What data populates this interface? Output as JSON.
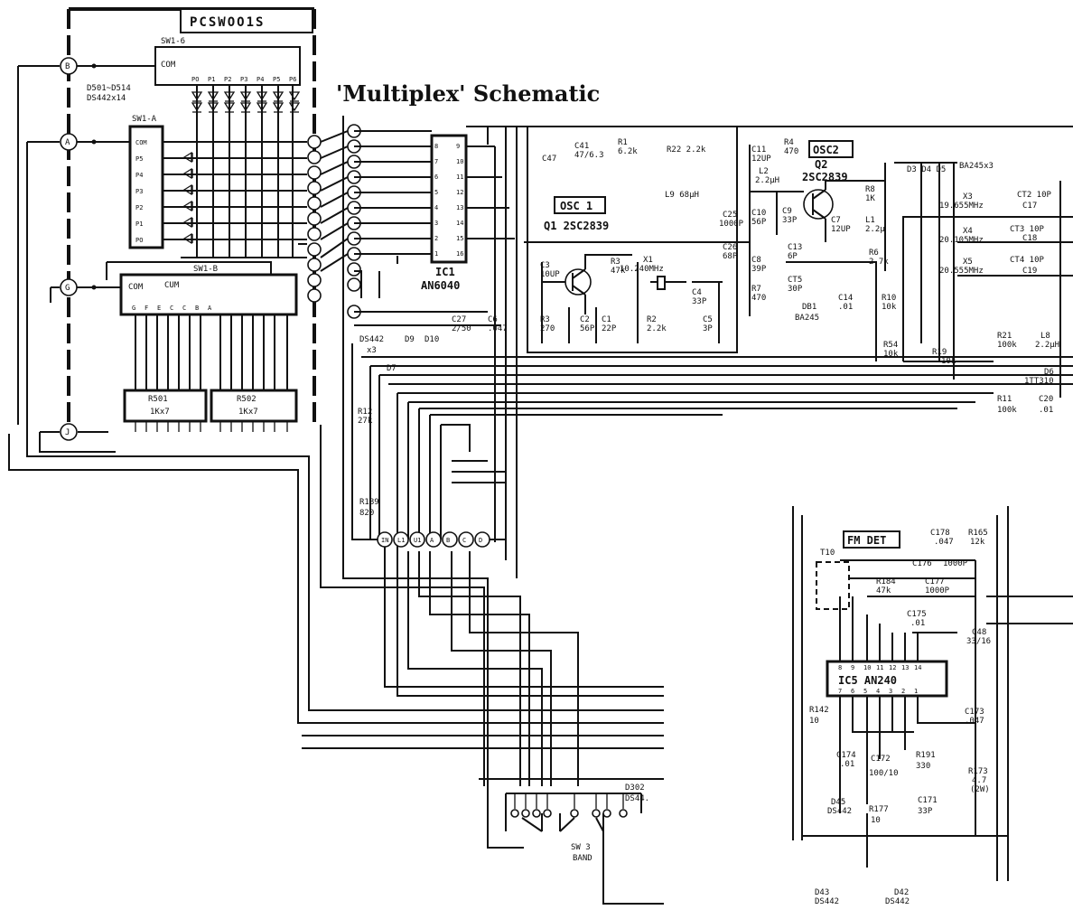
{
  "title": "'Multiplex' Schematic",
  "blocks": {
    "pcsw": "PCSWOO1S",
    "osc1": "OSC 1",
    "osc1_transistor": "Q1  2SC2839",
    "osc2": "OSC2",
    "osc2_q": "Q2",
    "osc2_transistor": "2SC2839",
    "ic1": "IC1",
    "ic1_part": "AN6040",
    "fmdet": "FM DET",
    "ic5": "IC5  AN240"
  },
  "switches": {
    "sw1": "SW1-6",
    "sw1b": "SW1-B",
    "sw1a": "SW1-A",
    "sw3": "SW 3",
    "sw3_band": "BAND",
    "com": "COM",
    "com2": "COM",
    "cum": "CUM",
    "pos_top": [
      "PO",
      "P1",
      "P2",
      "P3",
      "P4",
      "P5",
      "P6"
    ],
    "pos_left": [
      "COM",
      "P5",
      "P4",
      "P3",
      "P2",
      "P1",
      "PO"
    ],
    "letters": [
      "G",
      "F",
      "E",
      "C",
      "C",
      "B",
      "A",
      "",
      "",
      "",
      "",
      "",
      ""
    ]
  },
  "resistor_nets": [
    {
      "name": "R501",
      "value": "1Kx7"
    },
    {
      "name": "R502",
      "value": "1Kx7"
    }
  ],
  "diode_labels": {
    "d501": "D501~D514",
    "d501b": "DS442x14",
    "ds442x3": "DS442",
    "ds442x3b": "x3",
    "d7": "D7",
    "d9": "D9",
    "d10": "D10",
    "d345": "D3  D4  D5",
    "ba245": "BA245x3",
    "d302": "D302",
    "d302b": "DS44.",
    "d43": "D43",
    "d43b": "DS442",
    "d42": "D42",
    "d42b": "DS442",
    "d45": "D45",
    "d45b": "DS442",
    "d6": "D6",
    "d6b": "1TT310",
    "db1": "DB1",
    "db1b": "BA245"
  },
  "node_letters": {
    "left": [
      "B",
      "A",
      "G",
      "J"
    ],
    "bottom": [
      "IN",
      "L1",
      "U1",
      "A",
      "B",
      "C",
      "D"
    ]
  },
  "components": {
    "c47": "C47",
    "c41": "C41",
    "c41v": "47/6.3",
    "r1": "R1",
    "r1v": "6.2k",
    "r22": "R22  2.2k",
    "l9": "L9  68μH",
    "c25": "C25",
    "c25v": "1000P",
    "c26": "C26",
    "c26v": "68P",
    "c11": "C11",
    "c11v": "12UP",
    "r4": "R4",
    "r4v": "470",
    "l2": "L2",
    "l2v": "2.2μH",
    "c10": "C10",
    "c10v": "56P",
    "c9": "C9",
    "c9v": "33P",
    "c7": "C7",
    "c7v": "12UP",
    "r8": "R8",
    "r8v": "1K",
    "l1": "L1",
    "l1v": "2.2μ",
    "r6": "R6",
    "r6v": "2.7k",
    "c8": "C8",
    "c8v": "39P",
    "r7": "R7",
    "r7v": "470",
    "c13": "C13",
    "c13v": "6P",
    "ct5": "CT5",
    "ct5v": "30P",
    "c14": "C14",
    "c14v": ".01",
    "r10": "R10",
    "r10v": "10k",
    "r54": "R54",
    "r54v": "10k",
    "x3": "X3",
    "x3v": "19.655MHz",
    "x4": "X4",
    "x4v": "20.105MHz",
    "x5": "X5",
    "x5v": "20.555MHz",
    "ct2": "CT2 10P",
    "ct3": "CT3 10P",
    "ct4": "CT4 10P",
    "c17": "C17",
    "c18": "C18",
    "c19": "C19",
    "r21": "R21",
    "r21v": "100k",
    "l8": "L8",
    "l8v": "2.2μH",
    "r11": "R11",
    "r11v": "100k",
    "c20": "C20",
    "c20v": ".01",
    "c3": "C3",
    "c3v": "10UP",
    "r3": "R3",
    "r3v": "47k",
    "x1": "X1",
    "x1v": "10.240MHz",
    "c4": "C4",
    "c4v": "33P",
    "c5": "C5",
    "c5v": "3P",
    "r43": "R3",
    "r43v": "270",
    "c2": "C2",
    "c2v": "56P",
    "c1": "C1",
    "c1v": "22P",
    "r2": "R2",
    "r2v": "2.2k",
    "c27": "C27",
    "c27v": "2/50",
    "c6": "C6",
    "c6v": ".047",
    "r12": "R12",
    "r12v": "27k",
    "r189": "R189",
    "r189v": "820",
    "r19": "R19",
    "r19v": "10k",
    "c178": "C178",
    "c178v": ".047",
    "r165": "R165",
    "r165v": "12k",
    "c176": "C176",
    "c176v": "1000P",
    "t10": "T10",
    "r184": "R184",
    "r184v": "47k",
    "c177": "C177",
    "c177v": "1000P",
    "c175": "C175",
    "c175v": ".01",
    "c48": "C48",
    "c48v": "33/16",
    "r142": "R142",
    "r142v": "10",
    "c173": "C173",
    "c173v": ".047",
    "c174": "C174",
    "c174v": ".01",
    "c172": "C172",
    "c172v": "100/10",
    "r191": "R191",
    "r191v": "330",
    "r173": "R173",
    "r173v": "4.7",
    "r173w": "(2W)",
    "c171": "C171",
    "c171v": "33P",
    "r177": "R177",
    "r177v": "10"
  },
  "ic1_pins": [
    "16",
    "15",
    "14",
    "13",
    "12",
    "11",
    "10",
    "9",
    "8",
    "7",
    "6",
    "5",
    "4",
    "3",
    "2",
    "1"
  ],
  "ic5_pins_top": [
    "8",
    "9",
    "10",
    "11",
    "12",
    "13",
    "14"
  ],
  "ic5_pins_bottom": [
    "7",
    "6",
    "5",
    "4",
    "3",
    "2",
    "1"
  ]
}
